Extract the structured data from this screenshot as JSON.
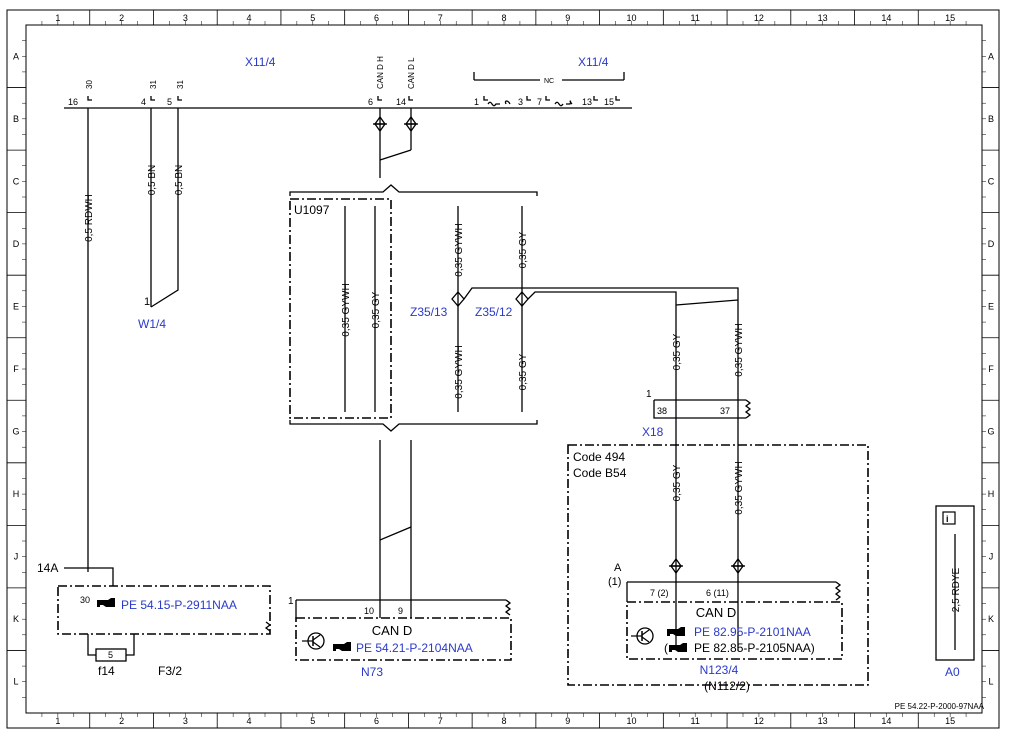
{
  "grid": {
    "columns": [
      "1",
      "2",
      "3",
      "4",
      "5",
      "6",
      "7",
      "8",
      "9",
      "10",
      "11",
      "12",
      "13",
      "14",
      "15"
    ],
    "rows": [
      "A",
      "B",
      "C",
      "D",
      "E",
      "F",
      "G",
      "H",
      "J",
      "K",
      "L"
    ]
  },
  "connectors": {
    "x11_4_left": "X11/4",
    "x11_4_right": "X11/4",
    "nc": "NC",
    "x18": "X18",
    "x18_pin_group": "1"
  },
  "pins": {
    "p16": "16",
    "p30": "30",
    "p4": "4",
    "p31a": "31",
    "p5": "5",
    "p31b": "31",
    "p6": "6",
    "p14": "14",
    "can_h": "CAN D H",
    "can_l": "CAN D L",
    "r1": "1",
    "r3": "3",
    "r7": "7",
    "r13": "13",
    "r15": "15",
    "x18_38": "38",
    "x18_37": "37",
    "n73_10": "10",
    "n73_9": "9",
    "n73_1": "1",
    "n123_7": "7 (2)",
    "n123_6": "6 (11)",
    "f3_30": "30",
    "f14_5": "5",
    "w1_4_1": "1"
  },
  "wires": {
    "rdwh": "0,5 RDWH",
    "bn1": "0,5 BN",
    "bn2": "0,5 BN",
    "u_gywh": "0,35 GYWH",
    "u_gy": "0,35 GY",
    "z13_top": "0,35 GYWH",
    "z12_top": "0,35 GY",
    "z13_bot": "0,35 GYWH",
    "z12_bot": "0,35 GY",
    "x18_gy_top": "0,35 GY",
    "x18_gywh_top": "0,35 GYWH",
    "x18_gy_bot": "0,35 GY",
    "x18_gywh_bot": "0,35 GYWH",
    "legend": "2,5 RDYE"
  },
  "components": {
    "u1097": "U1097",
    "z35_13": "Z35/13",
    "z35_12": "Z35/12",
    "w1_4": "W1/4",
    "code494": "Code 494",
    "codeb54": "Code B54",
    "n123_a": "A",
    "n123_a1": "(1)",
    "n123_can": "CAN D",
    "n123_ref1": "PE 82.95-P-2101NAA",
    "n123_ref2": "PE 82.85-P-2105NAA)",
    "n123_ref2_open": "(",
    "n123_label": "N123/4",
    "n123_alt": "(N112/2)",
    "n73_can": "CAN D",
    "n73_ref": "PE 54.21-P-2104NAA",
    "n73_label": "N73",
    "f3_ref": "PE 54.15-P-2911NAA",
    "f3_label": "F3/2",
    "f14_label": "f14",
    "j14a": "14A",
    "legend_id": "A0",
    "footer": "PE 54.22-P-2000-97NAA"
  },
  "colors": {
    "link": "#2a3ac8",
    "line": "#000000"
  }
}
